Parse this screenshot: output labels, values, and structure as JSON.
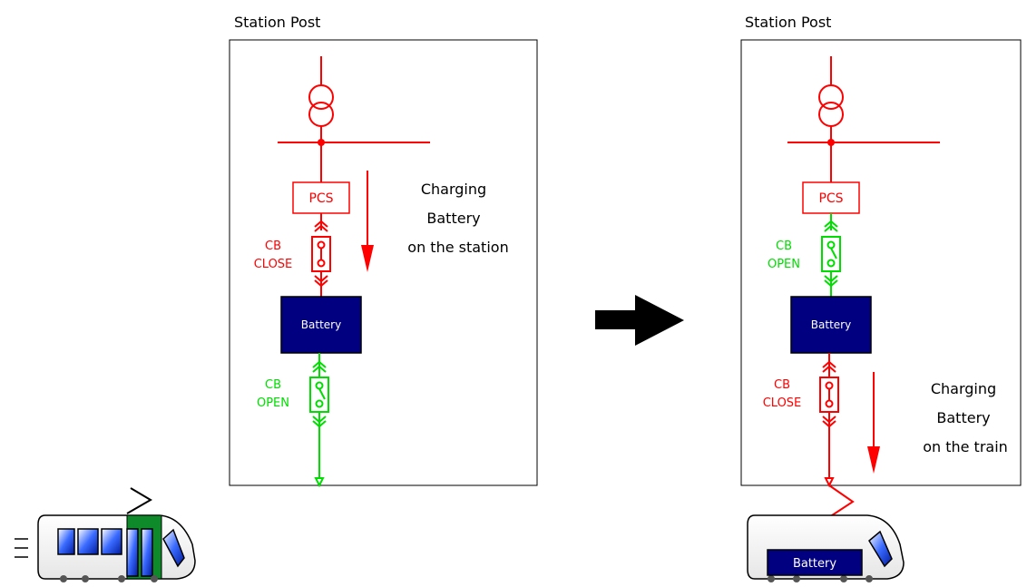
{
  "panels": [
    {
      "title": "Station Post",
      "pcs_label": "PCS",
      "battery_label": "Battery",
      "cb_upper": {
        "line1": "CB",
        "line2": "CLOSE",
        "state": "closed",
        "color": "#ff0000"
      },
      "cb_lower": {
        "line1": "CB",
        "line2": "OPEN",
        "state": "open",
        "color": "#00dd00"
      },
      "note": [
        "Charging",
        "Battery",
        "on the station"
      ]
    },
    {
      "title": "Station Post",
      "pcs_label": "PCS",
      "battery_label": "Battery",
      "cb_upper": {
        "line1": "CB",
        "line2": "OPEN",
        "state": "open",
        "color": "#00dd00"
      },
      "cb_lower": {
        "line1": "CB",
        "line2": "CLOSE",
        "state": "closed",
        "color": "#ff0000"
      },
      "note": [
        "Charging",
        "Battery",
        "on the train"
      ]
    }
  ],
  "train_battery_label": "Battery",
  "colors": {
    "energized": "#ff0000",
    "deenergized": "#00dd00",
    "battery_fill": "#000080",
    "arrow": "#000000"
  }
}
